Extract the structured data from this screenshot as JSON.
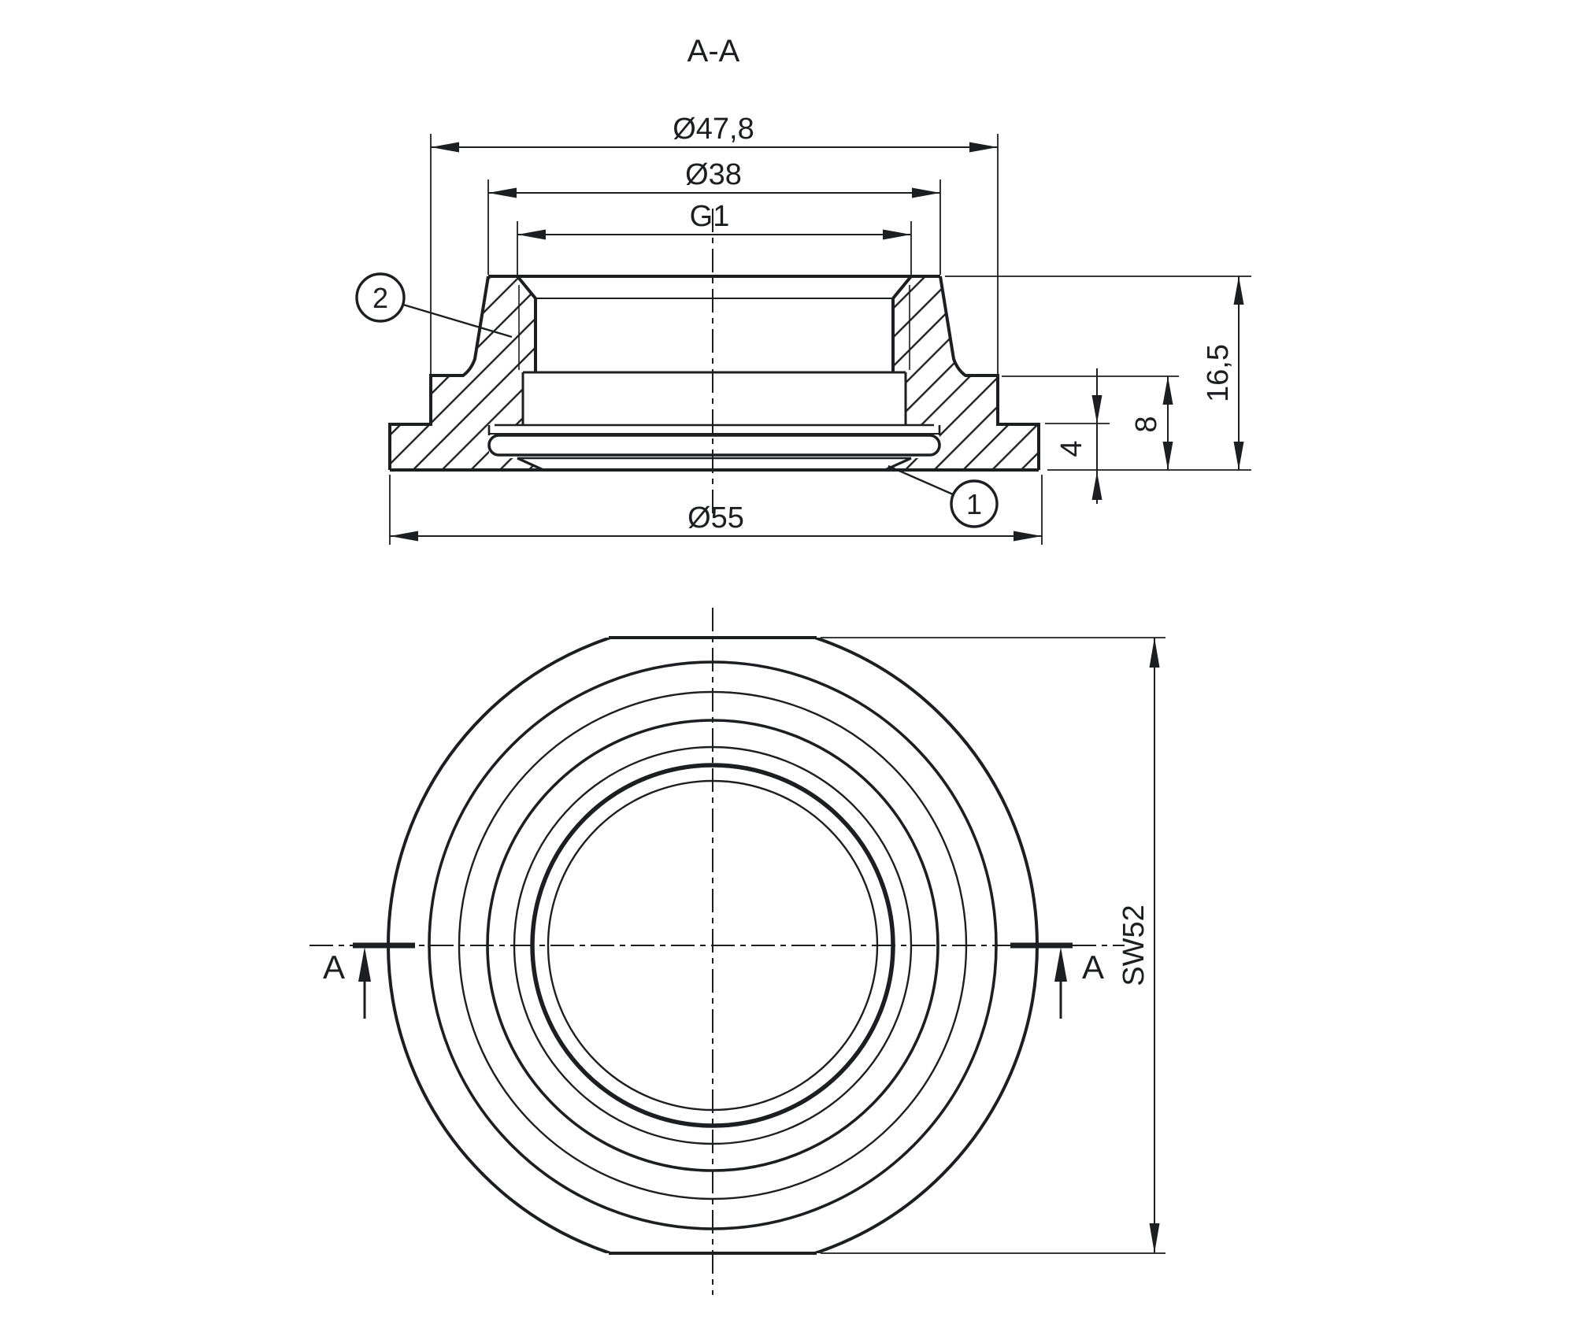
{
  "title": "A-A",
  "dimensions": {
    "dia_47_8": "Ø47,8",
    "dia_38": "Ø38",
    "thread": "G1",
    "dia_55": "Ø55",
    "height_total": "16,5",
    "height_step": "8",
    "height_flange": "4",
    "width_across_flats": "SW52"
  },
  "balloons": {
    "item_1": "1",
    "item_2": "2"
  },
  "section_cut": {
    "left": "A",
    "right": "A"
  },
  "colors": {
    "line": "#1c1e21",
    "background": "#ffffff"
  }
}
